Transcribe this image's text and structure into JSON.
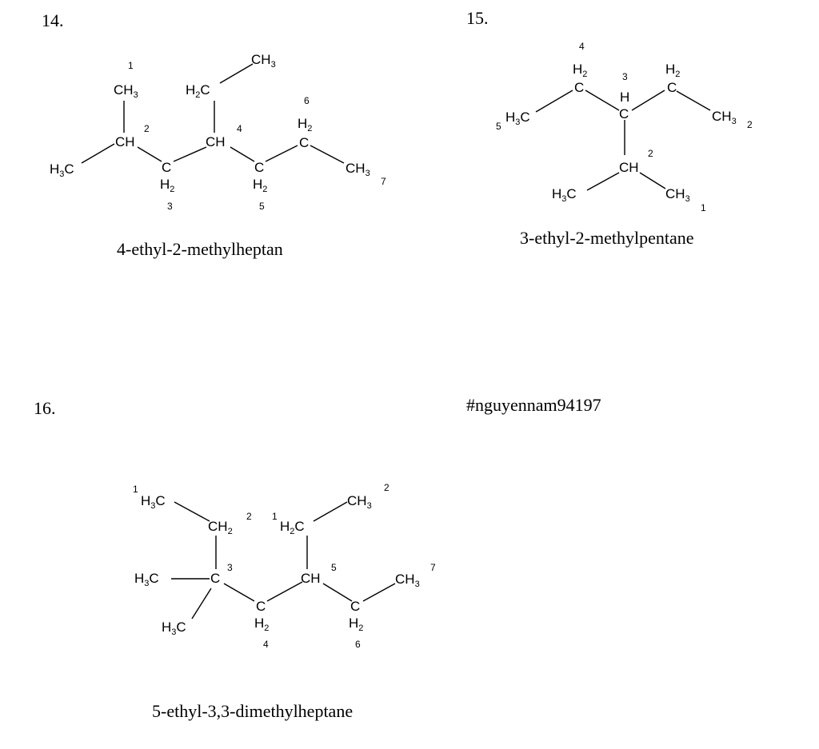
{
  "problems": [
    {
      "number": "14.",
      "name": "4-ethyl-2-methylheptan",
      "labels": [
        "1",
        "2",
        "3",
        "4",
        "5",
        "6",
        "7"
      ]
    },
    {
      "number": "15.",
      "name": "3-ethyl-2-methylpentane",
      "labels": [
        "1",
        "2",
        "3",
        "4",
        "5"
      ]
    },
    {
      "number": "16.",
      "name": "5-ethyl-3,3-dimethylheptane",
      "labels": [
        "1",
        "2",
        "3",
        "4",
        "5",
        "6",
        "7",
        "1",
        "2"
      ]
    }
  ],
  "tag": "#nguyennam94197"
}
